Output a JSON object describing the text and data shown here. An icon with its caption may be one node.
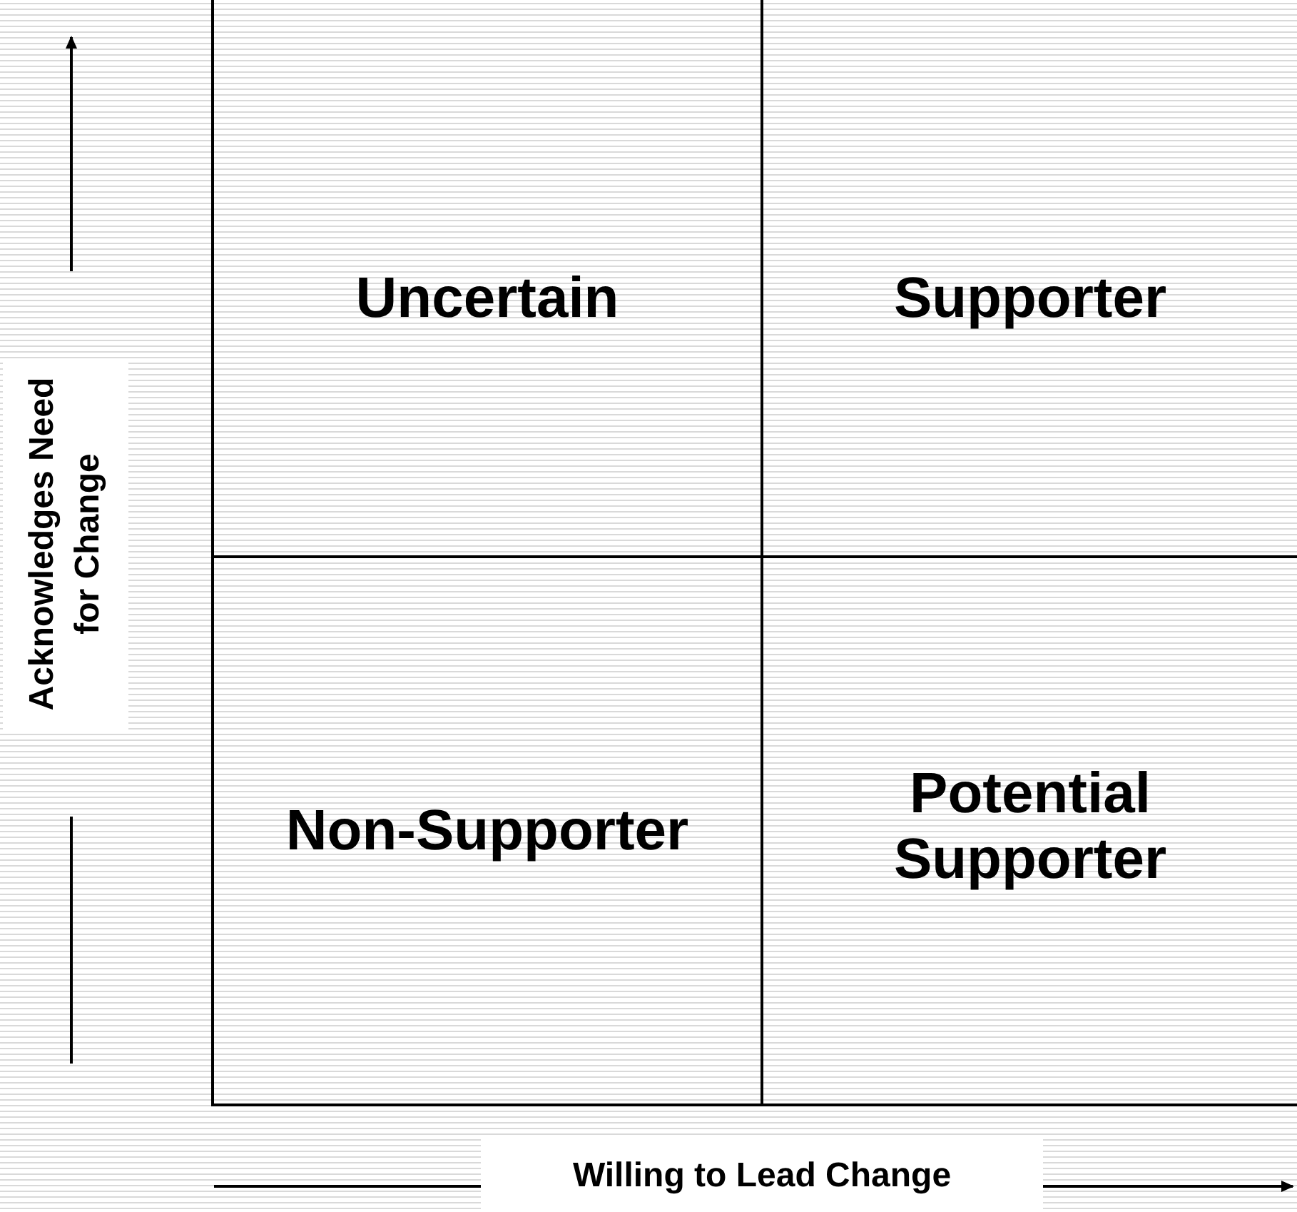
{
  "diagram": {
    "nodes": [
      {
        "text": [
          "Uncertain"
        ]
      },
      {
        "text": [
          "Supporter"
        ]
      },
      {
        "text": [
          "Non-Supporter"
        ]
      },
      {
        "text": [
          "Potential Supporter"
        ]
      }
    ],
    "labels": [
      "Acknowledges Need for Change",
      "Willing to Lead Change"
    ]
  }
}
